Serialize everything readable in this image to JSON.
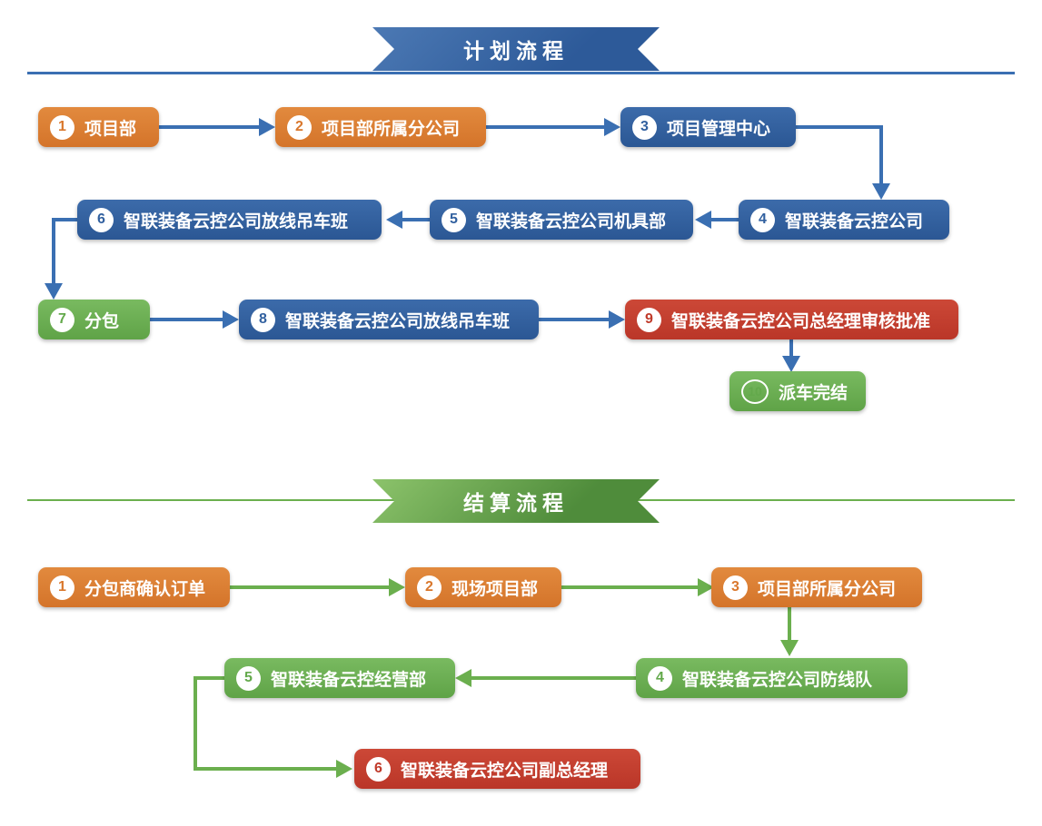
{
  "plan": {
    "banner": {
      "title": "计划流程",
      "ribbon_color": "#2d5a99",
      "line_color": "#3a6fb2"
    },
    "nodes": [
      {
        "num": "1",
        "label": "项目部",
        "color": "#d9772c"
      },
      {
        "num": "2",
        "label": "项目部所属分公司",
        "color": "#d9772c"
      },
      {
        "num": "3",
        "label": "项目管理中心",
        "color": "#31609f"
      },
      {
        "num": "4",
        "label": "智联装备云控公司",
        "color": "#31609f"
      },
      {
        "num": "5",
        "label": "智联装备云控公司机具部",
        "color": "#31609f"
      },
      {
        "num": "6",
        "label": "智联装备云控公司放线吊车班",
        "color": "#31609f"
      },
      {
        "num": "7",
        "label": "分包",
        "color": "#63a94b"
      },
      {
        "num": "8",
        "label": "智联装备云控公司放线吊车班",
        "color": "#31609f"
      },
      {
        "num": "9",
        "label": "智联装备云控公司总经理审核批准",
        "color": "#c03a2a"
      },
      {
        "num": "10",
        "label": "派车完结",
        "color": "#63a94b"
      }
    ],
    "arrow_color": "#3a6fb2"
  },
  "settlement": {
    "banner": {
      "title": "结算流程",
      "ribbon_color": "#4f8c3b",
      "line_color": "#6baf4e"
    },
    "nodes": [
      {
        "num": "1",
        "label": "分包商确认订单",
        "color": "#d9772c"
      },
      {
        "num": "2",
        "label": "现场项目部",
        "color": "#d9772c"
      },
      {
        "num": "3",
        "label": "项目部所属分公司",
        "color": "#d9772c"
      },
      {
        "num": "4",
        "label": "智联装备云控公司防线队",
        "color": "#63a94b"
      },
      {
        "num": "5",
        "label": "智联装备云控经营部",
        "color": "#63a94b"
      },
      {
        "num": "6",
        "label": "智联装备云控公司副总经理",
        "color": "#c03a2a"
      }
    ],
    "arrow_color": "#6baf4e"
  }
}
